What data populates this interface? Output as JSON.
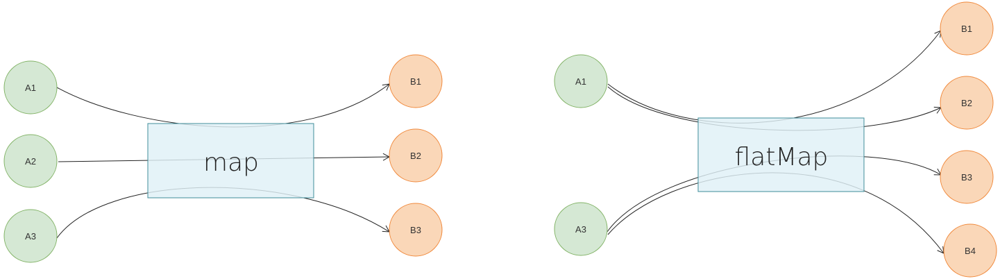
{
  "colors": {
    "input_fill": "#d5e8d4",
    "input_stroke": "#82b366",
    "output_fill": "#fad7b8",
    "output_stroke": "#f0883a",
    "op_fill": "#dff0f7",
    "op_stroke": "#3f8c9a",
    "edge": "#222222"
  },
  "diagrams": [
    {
      "operator": "map",
      "inputs": [
        "A1",
        "A2",
        "A3"
      ],
      "outputs": [
        "B1",
        "B2",
        "B3"
      ],
      "edges": [
        [
          "A1",
          "B1"
        ],
        [
          "A2",
          "B2"
        ],
        [
          "A3",
          "B3"
        ]
      ]
    },
    {
      "operator": "flatMap",
      "inputs": [
        "A1",
        "A3"
      ],
      "outputs": [
        "B1",
        "B2",
        "B3",
        "B4"
      ],
      "edges": [
        [
          "A1",
          "B1"
        ],
        [
          "A1",
          "B2"
        ],
        [
          "A3",
          "B3"
        ],
        [
          "A3",
          "B4"
        ]
      ]
    }
  ]
}
